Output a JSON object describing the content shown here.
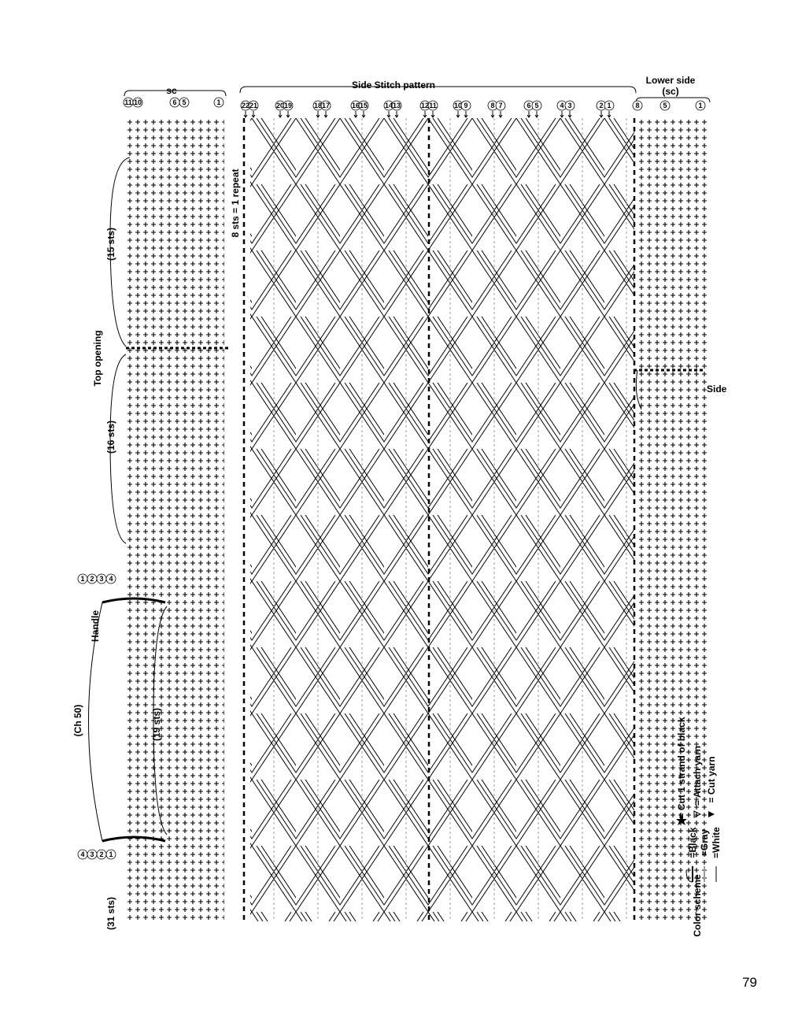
{
  "page_number": "79",
  "headers": {
    "side_stitch_pattern": "Side Stitch pattern",
    "sc": "sc",
    "lower_side": "Lower side",
    "lower_side_sc": "(sc)",
    "side": "Side"
  },
  "left_labels": {
    "top_opening": "Top opening",
    "handle": "Handle",
    "sts15": "(15 sts)",
    "sts16": "(16 sts)",
    "sts19": "(19 sts)",
    "ch50": "(Ch 50)",
    "sts31": "(31 sts)",
    "repeat": "8 sts = 1 repeat"
  },
  "row_numbers": {
    "side_pattern": [
      "22",
      "21",
      "20",
      "19",
      "18",
      "17",
      "16",
      "15",
      "14",
      "13",
      "12",
      "11",
      "10",
      "9",
      "8",
      "7",
      "6",
      "5",
      "4",
      "3",
      "2",
      "1"
    ],
    "lower_side": [
      "8",
      "5",
      "1"
    ],
    "sc_top": [
      "11",
      "10",
      "6",
      "5",
      "1"
    ],
    "handle_upper": [
      "1",
      "2",
      "3",
      "4"
    ],
    "handle_lower": [
      "4",
      "3",
      "2",
      "1"
    ]
  },
  "legend": {
    "color_scheme_title": "Color scheme",
    "black": "=Black",
    "gray": "=Gray",
    "white": "=White",
    "cut_black": "= Cut 1 strand of black",
    "attach_yarn": "= Attach yarn",
    "cut_yarn": "= Cut yarn"
  },
  "colors": {
    "black": "#000000",
    "gray": "#9a9a9a",
    "white": "#ffffff"
  }
}
